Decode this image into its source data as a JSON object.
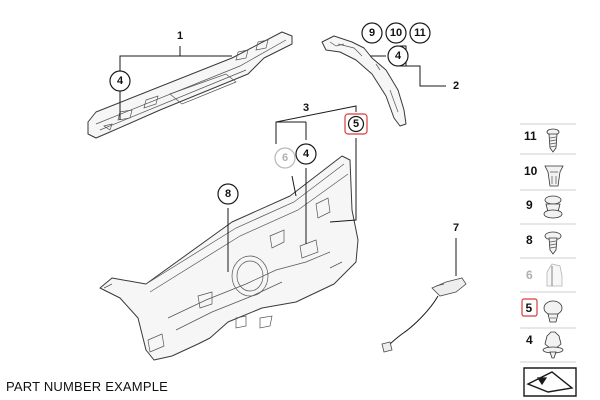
{
  "callouts": {
    "c1": "1",
    "c2": "2",
    "c3": "3",
    "c4a": "4",
    "c4b": "4",
    "c4c": "4",
    "c5": "5",
    "c6": "6",
    "c7": "7",
    "c8": "8",
    "c9": "9",
    "c10": "10",
    "c11": "11"
  },
  "legend": {
    "items": [
      {
        "label": "11",
        "icon": "screw-icon"
      },
      {
        "label": "10",
        "icon": "expanding-nut-icon"
      },
      {
        "label": "9",
        "icon": "grommet-icon"
      },
      {
        "label": "8",
        "icon": "screw-with-washer-icon"
      },
      {
        "label": "6",
        "icon": "spacer-icon"
      },
      {
        "label": "5",
        "icon": "push-clip-icon"
      },
      {
        "label": "4",
        "icon": "trim-clip-icon"
      }
    ]
  },
  "footer": {
    "label": "PART NUMBER EXAMPLE"
  },
  "colors": {
    "highlight": "#d93a3a",
    "inactive": "#b0b0b0",
    "line": "#1a1a1a"
  }
}
